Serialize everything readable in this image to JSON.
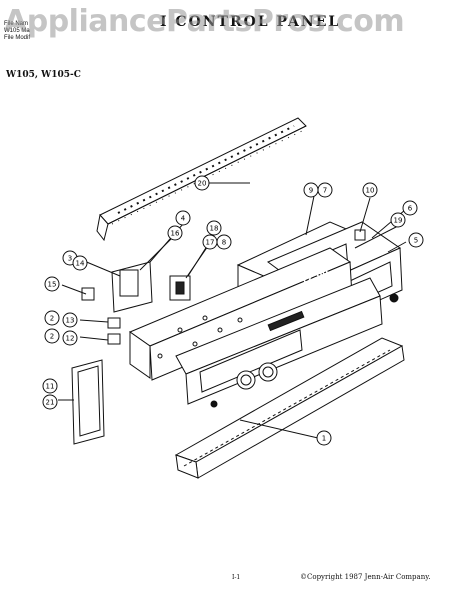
{
  "header": {
    "watermark": "AppliancePartsPros.com",
    "title": "I  CONTROL PANEL",
    "meta": [
      "File Nam",
      "W105 Ma",
      "File Modif"
    ],
    "models": "W105, W105-C"
  },
  "display_readout": "12:00",
  "callouts": [
    "20",
    "9",
    "7",
    "10",
    "6",
    "19",
    "5",
    "4",
    "16",
    "18",
    "17",
    "8",
    "3",
    "14",
    "15",
    "2",
    "13",
    "2",
    "12",
    "11",
    "21",
    "1"
  ],
  "footer": {
    "page_number": "I-1",
    "copyright": "©Copyright 1987 Jenn-Air Company."
  }
}
